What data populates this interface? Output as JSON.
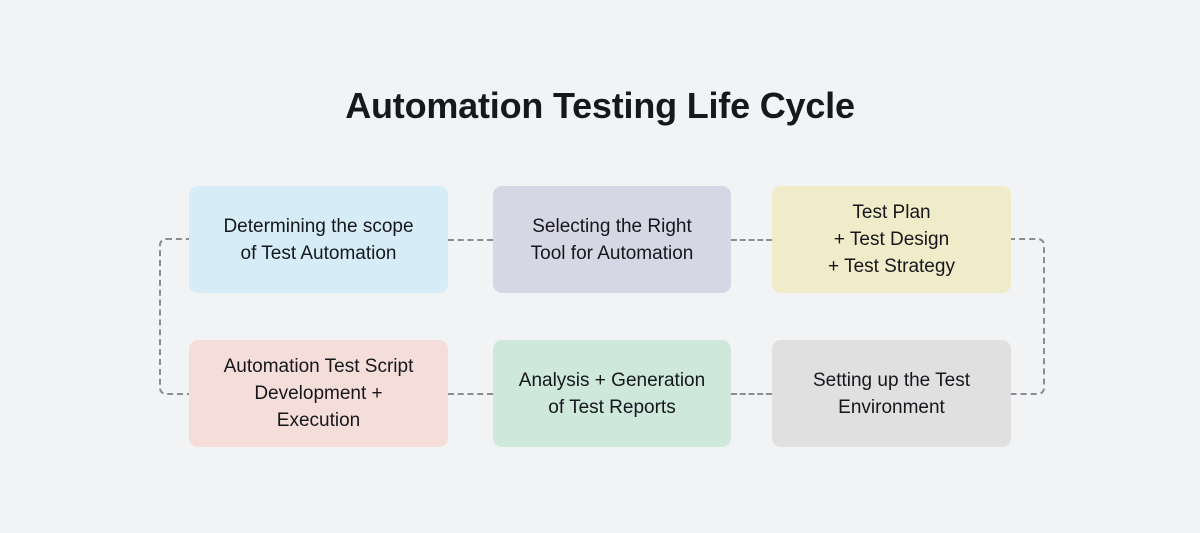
{
  "diagram": {
    "title": "Automation Testing Life Cycle",
    "type": "process-flow",
    "background_color": "#f2f3f5",
    "title_color": "#16181d",
    "connector_color": "#8c8d90",
    "connector_style": "dashed",
    "layout": {
      "rows": 2,
      "columns": 3,
      "flow": "left-to-right top row, wraps down right side, right-to-left bottom row, loops back up left side"
    },
    "stages": [
      {
        "order": 1,
        "label": "Determining the scope\nof Test Automation",
        "color": "#d6ecf7",
        "row": 1,
        "column": 1
      },
      {
        "order": 2,
        "label": "Selecting the Right\nTool for Automation",
        "color": "#d7d6e4",
        "row": 1,
        "column": 2
      },
      {
        "order": 3,
        "label": "Test Plan\n+ Test Design\n+ Test Strategy",
        "color": "#f0ecc9",
        "row": 1,
        "column": 3
      },
      {
        "order": 4,
        "label": "Setting up the Test\nEnvironment",
        "color": "#e0e0e0",
        "row": 2,
        "column": 3
      },
      {
        "order": 5,
        "label": "Analysis + Generation\nof Test Reports",
        "color": "#cfe8dc",
        "row": 2,
        "column": 2
      },
      {
        "order": 6,
        "label": "Automation Test Script\nDevelopment +\nExecution",
        "color": "#f5ded9",
        "row": 2,
        "column": 1
      }
    ],
    "connectors": [
      {
        "name": "stage1-to-stage2",
        "orientation": "horizontal"
      },
      {
        "name": "stage2-to-stage3",
        "orientation": "horizontal"
      },
      {
        "name": "stage3-to-stage4",
        "orientation": "bracket-right"
      },
      {
        "name": "stage4-to-stage5",
        "orientation": "horizontal"
      },
      {
        "name": "stage5-to-stage6",
        "orientation": "horizontal"
      },
      {
        "name": "stage6-to-stage1",
        "orientation": "bracket-left"
      }
    ]
  }
}
